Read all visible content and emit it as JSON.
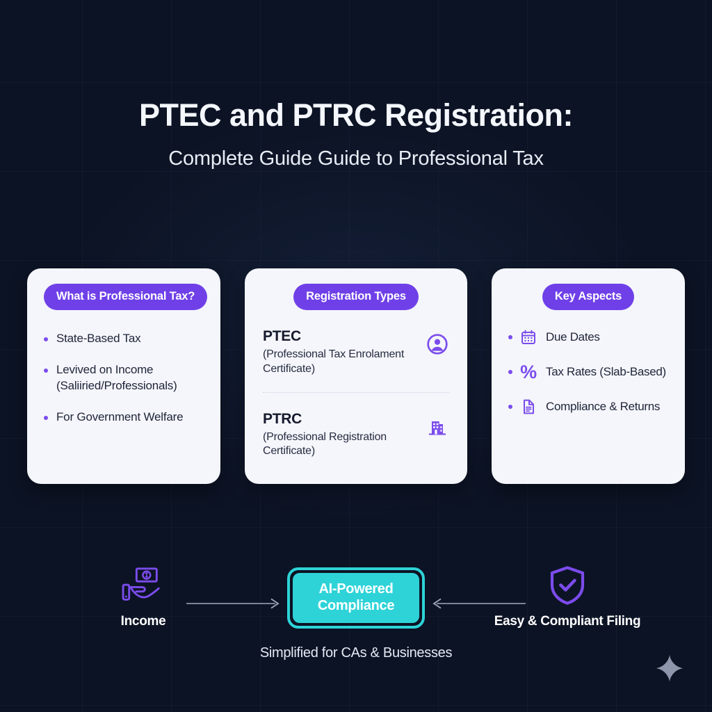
{
  "header": {
    "title": "PTEC and PTRC Registration:",
    "subtitle": "Complete Guide Guide to Professional Tax"
  },
  "colors": {
    "background": "#0c1324",
    "card": "#f4f6fb",
    "badge_purple": "#6f40e8",
    "icon_purple": "#7b4cec",
    "accent_teal": "#2ed3d8",
    "title_text": "#f4f7fc",
    "body_text": "#1f2438"
  },
  "cards": [
    {
      "badge": "What is Professional Tax?",
      "bullets": [
        "State-Based Tax",
        "Levived on Income (Saliiried/Professionals)",
        "For Government Welfare"
      ]
    },
    {
      "badge": "Registration Types",
      "items": [
        {
          "code": "PTEC",
          "desc": "(Professional Tax Enrolament Certificate)",
          "icon": "user-circle-icon"
        },
        {
          "code": "PTRC",
          "desc": "(Professional Registration Certificate)",
          "icon": "office-building-icon"
        }
      ]
    },
    {
      "badge": "Key Aspects",
      "bullets": [
        {
          "label": "Due Dates",
          "icon": "calendar-icon"
        },
        {
          "label": "Tax Rates (Slab-Based)",
          "icon": "percent-icon"
        },
        {
          "label": "Compliance & Returns",
          "icon": "document-icon"
        }
      ]
    }
  ],
  "flow": {
    "left_node": {
      "label": "Income",
      "icon": "hand-holding-money-icon"
    },
    "center_node": {
      "line1": "AI-Powered",
      "line2": "Compliance"
    },
    "right_node": {
      "label": "Easy & Compliant Filing",
      "icon": "shield-check-icon"
    },
    "caption": "Simplified for CAs & Businesses"
  },
  "decoration": {
    "sparkle": "sparkle-icon"
  }
}
